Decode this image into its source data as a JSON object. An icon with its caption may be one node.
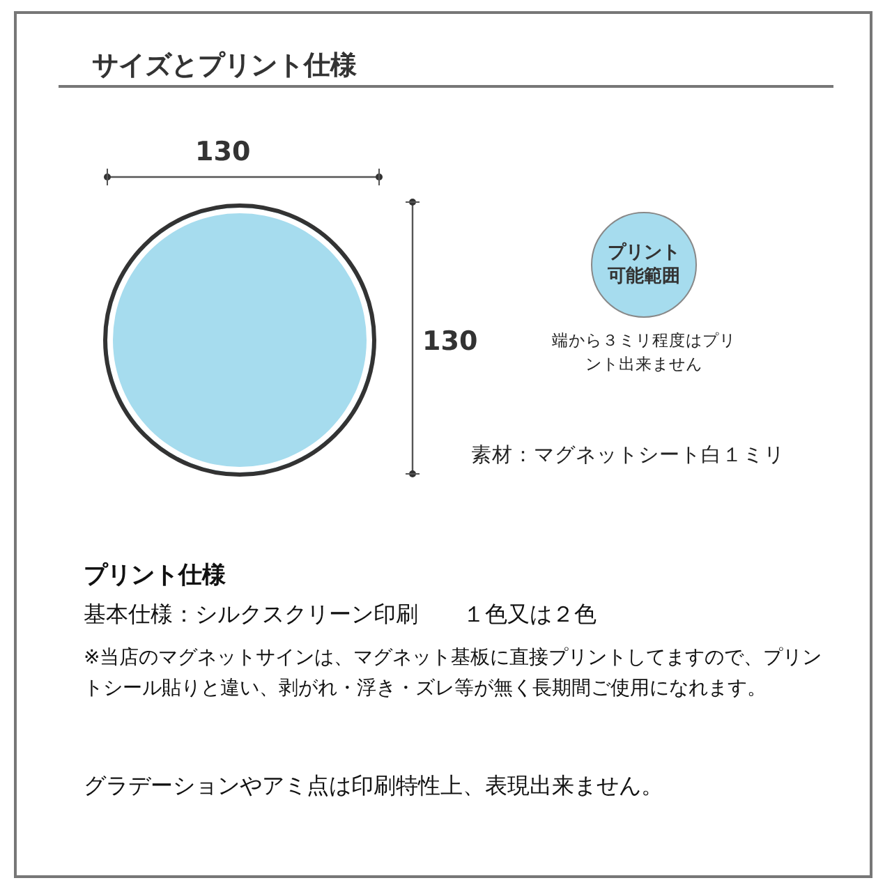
{
  "diagram": {
    "title": "サイズとプリント仕様",
    "nodes": [
      {
        "text": [],
        "shape": "circle"
      },
      {
        "text": [
          "プリント可能範囲"
        ],
        "beside": [
          "端から３ミリ程度はプリント出来ません"
        ]
      }
    ],
    "labels": [
      "130",
      "130",
      "素材：マグネットシート白１ミリ",
      "プリント仕様",
      "基本仕様：シルクスクリーン印刷　　１色又は２色",
      "※当店のマグネットサインは、マグネット基板に直接プリントしてますので、プリントシール貼りと違い、剥がれ・浮き・ズレ等が無く長期間ご使用になれます。",
      "グラデーションやアミ点は印刷特性上、表現出来ません。"
    ]
  }
}
